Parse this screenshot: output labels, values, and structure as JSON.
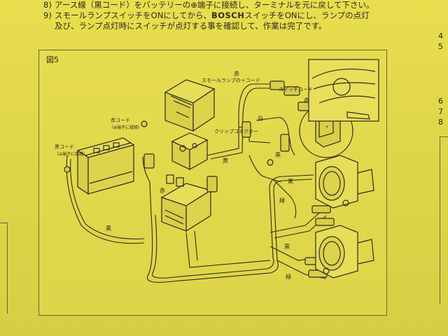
{
  "instructions": [
    {
      "num": "8)",
      "text": "アース線（黒コード）をバッテリーの⊕端子に接続し、ターミナルを元に戻して下さい。"
    },
    {
      "num": "9)",
      "text_before": "スモールランプスイッチをONにしてから、",
      "brand": "BOSCH",
      "text_after": "スイッチをONにし、ランプの点灯"
    },
    {
      "num": "",
      "text": "及び、ランプ点灯時にスイッチが点灯する事を確認して、作業は完了です。"
    }
  ],
  "figure": {
    "label": "図5",
    "labels": {
      "small_lamp_cord": "スモールランプの＋コード",
      "red_top": "赤",
      "switch_cord": "スイッチコード",
      "red_right": "赤",
      "white": "白",
      "clip_connector": "クリップコネクター",
      "yellow": "黄",
      "black_right": "黒",
      "red_cord": "赤コード",
      "red_cord_sub": "（⊕端子に接続）",
      "black_cord": "黒コード",
      "black_cord_sub": "（⊖端子に接続）",
      "red_mid": "赤",
      "black_bottom": "黒",
      "black_lamp1": "黒",
      "green_lamp1": "緑",
      "black_lamp2": "黒",
      "green_lamp2": "緑"
    }
  },
  "right_margin": [
    "4",
    "5",
    "6",
    "7",
    "8"
  ]
}
